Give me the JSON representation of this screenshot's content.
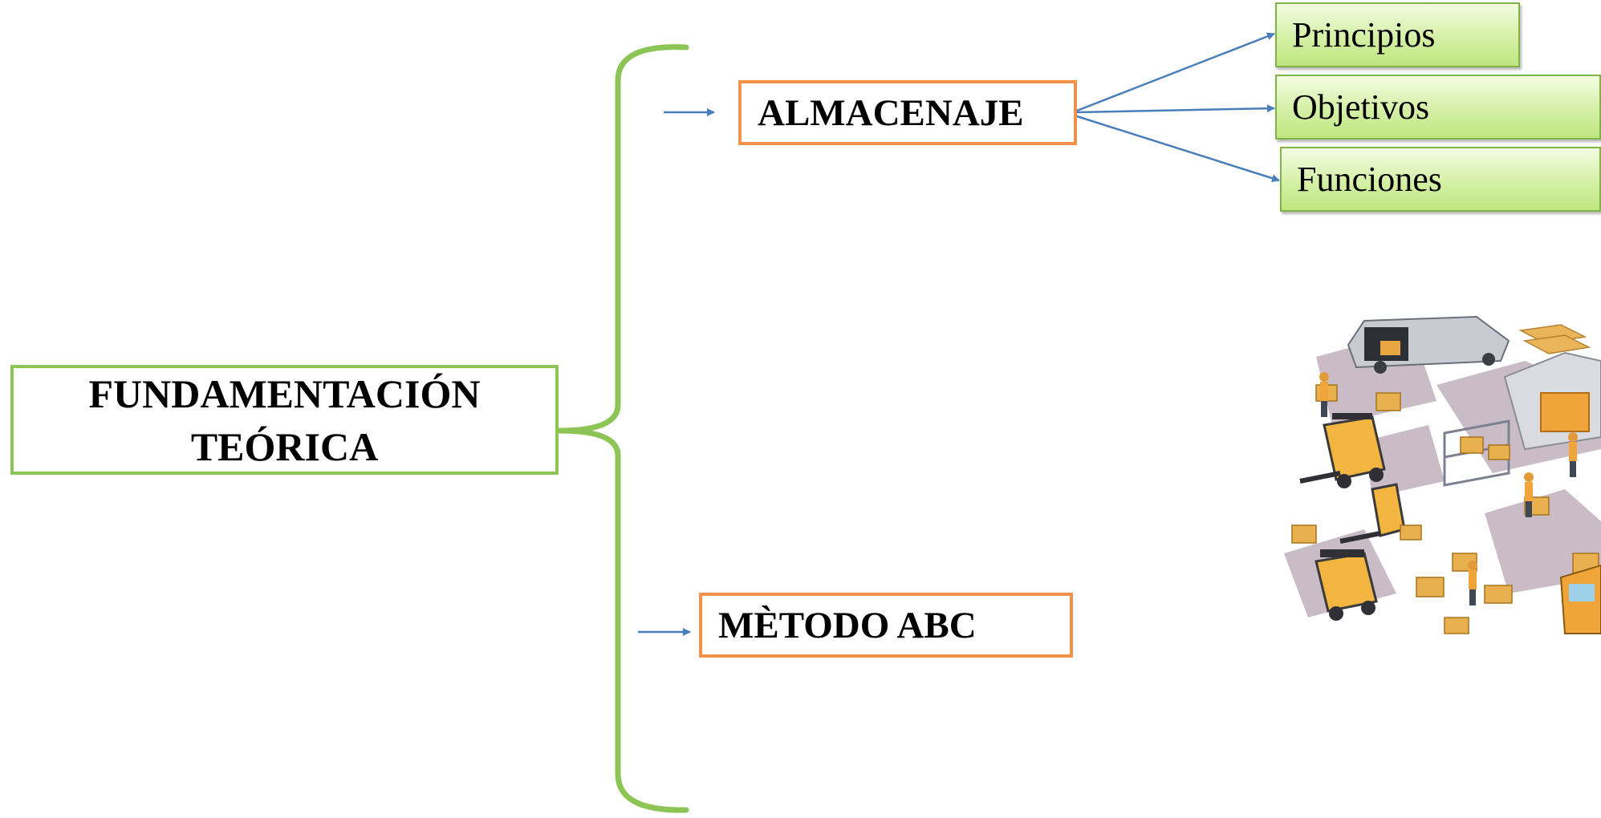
{
  "diagram": {
    "root": {
      "line1": "FUNDAMENTACIÓN",
      "line2": "TEÓRICA"
    },
    "branches": [
      {
        "label": "ALMACENAJE",
        "children": [
          "Principios",
          "Objetivos",
          "Funciones"
        ]
      },
      {
        "label": "MÈTODO ABC"
      }
    ]
  },
  "colors": {
    "brace": "#8dc456",
    "topic_border": "#f2914a",
    "leaf_border": "#7fb347",
    "arrow": "#4a7ebb"
  },
  "illustration": "warehouse-logistics-illustration"
}
